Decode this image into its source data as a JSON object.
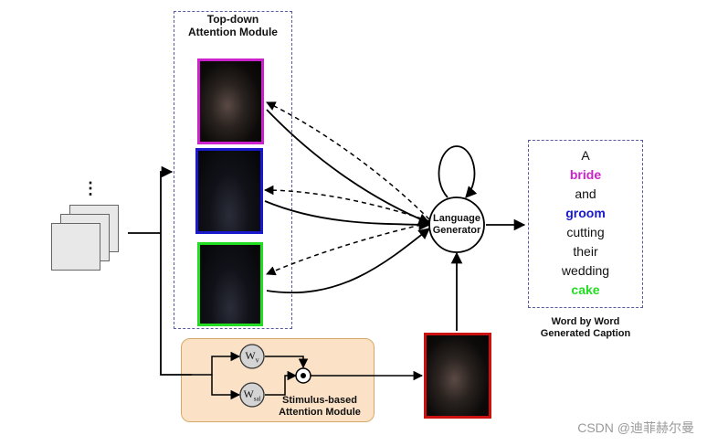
{
  "top_down_module": {
    "title_line1": "Top-down",
    "title_line2": "Attention Module"
  },
  "language_generator": {
    "line1": "Language",
    "line2": "Generator"
  },
  "stimulus_module": {
    "line1": "Stimulus-based",
    "line2": "Attention Module"
  },
  "weights": {
    "wv_base": "W",
    "wv_sub": "v",
    "wsal_base": "W",
    "wsal_sub": "sal"
  },
  "caption": {
    "words": [
      "A",
      "bride",
      "and",
      "groom",
      "cutting",
      "their",
      "wedding",
      "cake"
    ],
    "title_line1": "Word by Word",
    "title_line2": "Generated Caption"
  },
  "colors": {
    "bride": "#cc22cc",
    "groom": "#1a1acc",
    "cake": "#22dd22",
    "stimulus_frame": "#cc1111",
    "module_border": "#5a5aa0",
    "stimulus_fill": "#fbe2c6"
  },
  "ellipsis": "⋮",
  "watermark": "CSDN @迪菲赫尔曼"
}
